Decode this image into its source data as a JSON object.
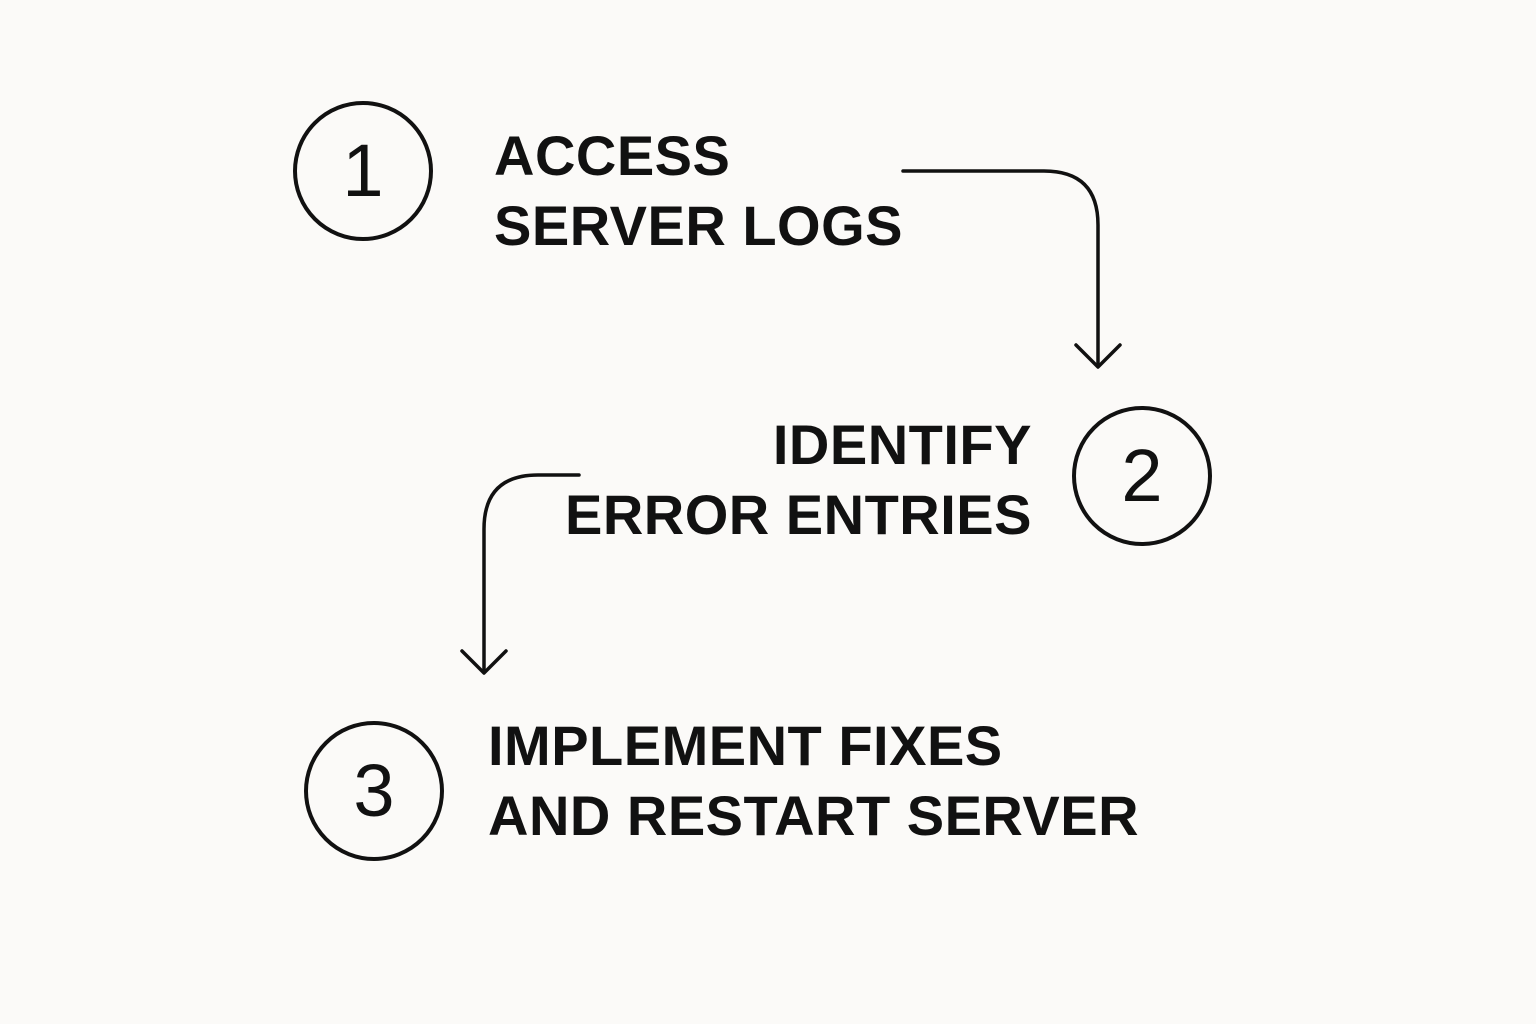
{
  "colors": {
    "background": "#fbfaf8",
    "ink": "#111111"
  },
  "steps": [
    {
      "number": "1",
      "lines": [
        "ACCESS",
        "SERVER LOGS"
      ]
    },
    {
      "number": "2",
      "lines": [
        "IDENTIFY",
        "ERROR ENTRIES"
      ]
    },
    {
      "number": "3",
      "lines": [
        "IMPLEMENT FIXES",
        "AND RESTART SERVER"
      ]
    }
  ],
  "connectors": [
    {
      "from": "1",
      "to": "2",
      "icon": "curved-down-arrow-icon"
    },
    {
      "from": "2",
      "to": "3",
      "icon": "curved-down-arrow-icon"
    }
  ]
}
